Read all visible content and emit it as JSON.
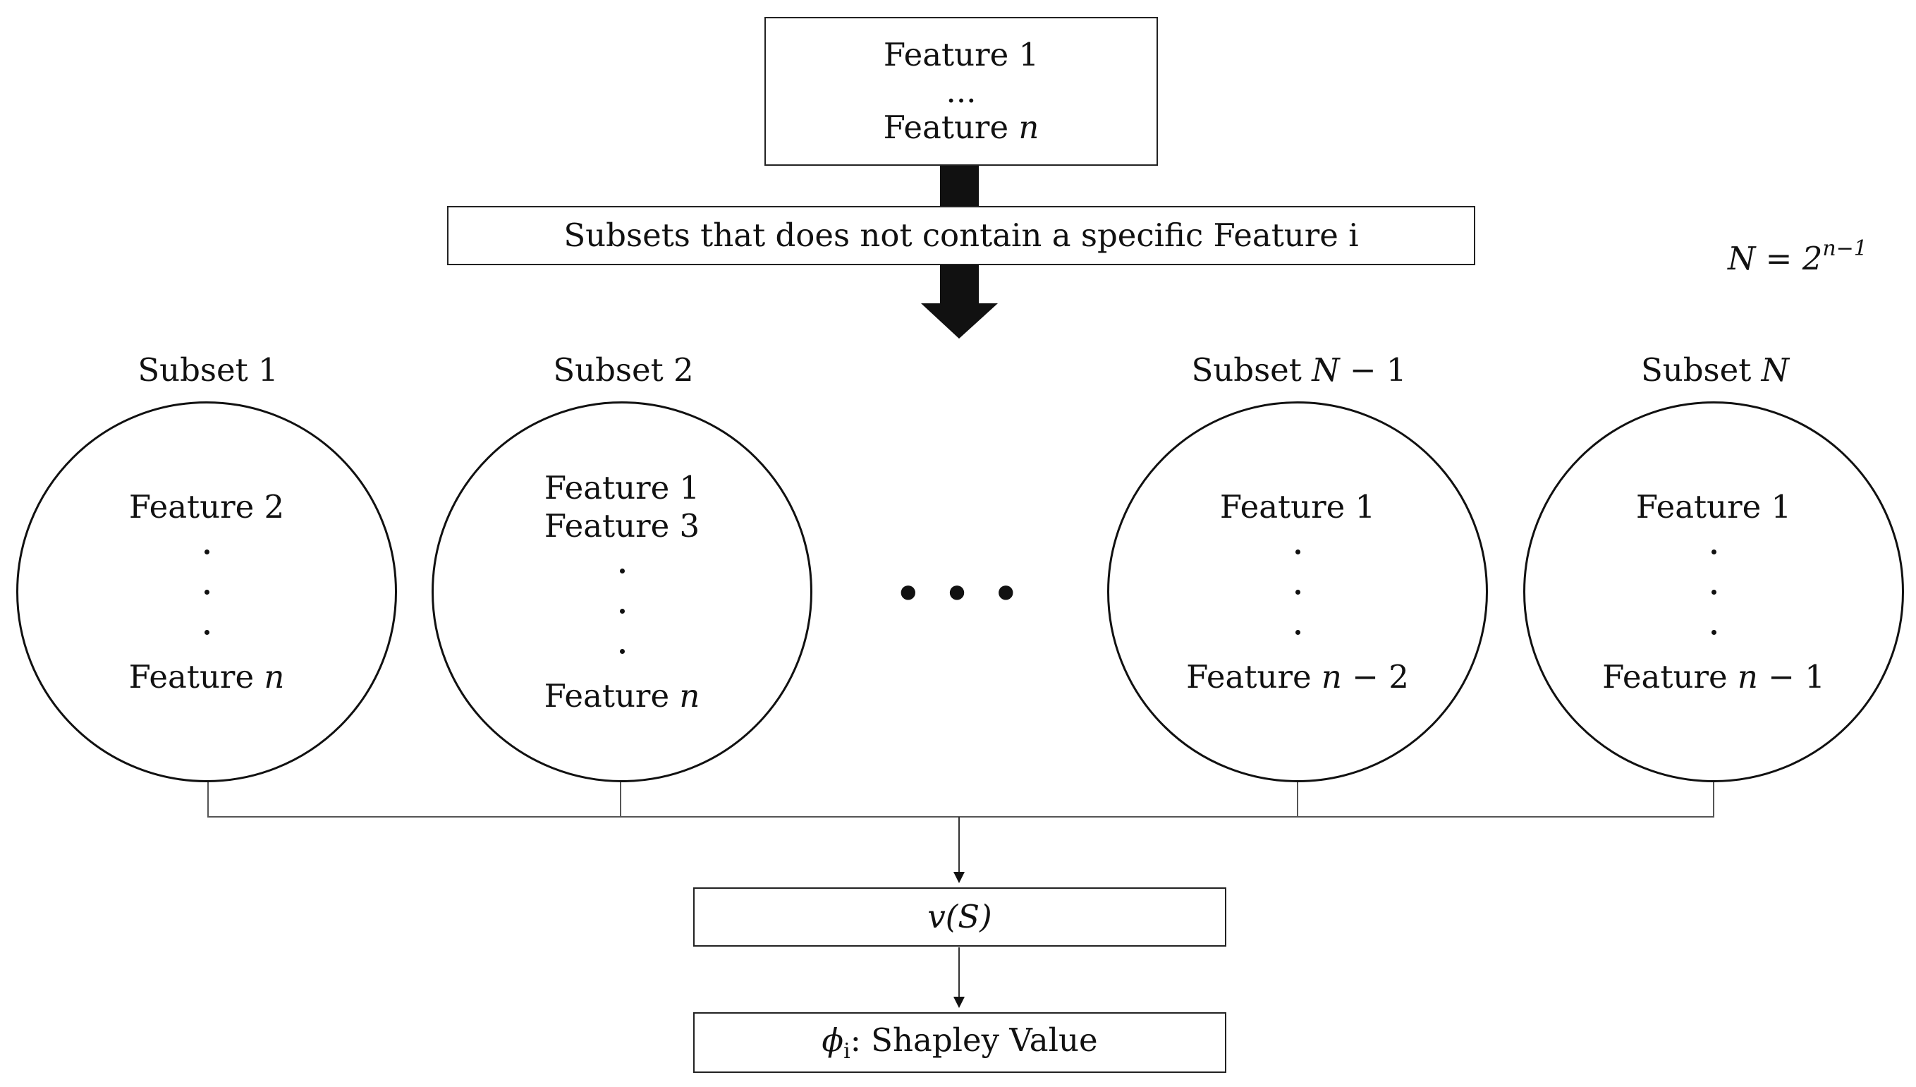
{
  "top_box": {
    "line1": "Feature 1",
    "line2": "...",
    "line3_prefix": "Feature ",
    "line3_var": "n"
  },
  "subsets_box": {
    "label": "Subsets that does not contain a specific Feature i"
  },
  "formula": {
    "lhs": "N = 2",
    "exponent": "n−1"
  },
  "subsets": [
    {
      "label_prefix": "Subset 1",
      "label_var": "",
      "label_suffix": "",
      "features": [
        "Feature 2"
      ],
      "last_prefix": "Feature ",
      "last_var": "n",
      "last_suffix": ""
    },
    {
      "label_prefix": "Subset 2",
      "label_var": "",
      "label_suffix": "",
      "features": [
        "Feature 1",
        "Feature 3"
      ],
      "last_prefix": "Feature ",
      "last_var": "n",
      "last_suffix": ""
    },
    {
      "label_prefix": "Subset ",
      "label_var": "N",
      "label_suffix": " − 1",
      "features": [
        "Feature 1"
      ],
      "last_prefix": "Feature ",
      "last_var": "n",
      "last_suffix": " − 2"
    },
    {
      "label_prefix": "Subset ",
      "label_var": "N",
      "label_suffix": "",
      "features": [
        "Feature 1"
      ],
      "last_prefix": "Feature ",
      "last_var": "n",
      "last_suffix": " − 1"
    }
  ],
  "ellipsis": "• • •",
  "value_box": {
    "label": "v(S)"
  },
  "shapley_box": {
    "symbol": "ϕ",
    "subscript": "i",
    "label": ": Shapley Value"
  },
  "colors": {
    "stroke": "#111111",
    "connector": "#555555",
    "background": "#ffffff"
  }
}
